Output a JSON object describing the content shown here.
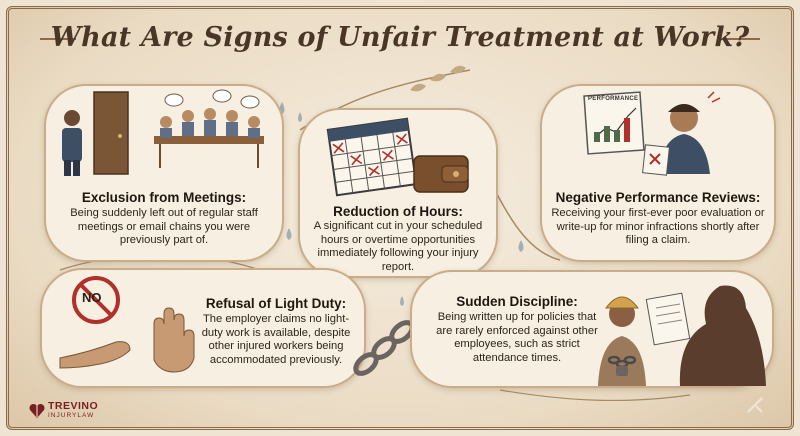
{
  "title": "What Are Signs of Unfair Treatment at Work?",
  "cards": [
    {
      "title": "Exclusion from Meetings:",
      "body": "Being suddenly left out of regular staff meetings or email chains you were previously part of."
    },
    {
      "title": "Reduction of Hours:",
      "body": "A significant cut in your scheduled hours or overtime opportunities immediately following your injury report."
    },
    {
      "title": "Negative Performance Reviews:",
      "body": "Receiving your first-ever poor evaluation or write-up for minor infractions shortly after filing a claim.",
      "chart_label": "PERFORMANCE"
    },
    {
      "title": "Refusal of Light Duty:",
      "body": "The employer claims no light-duty work is available, despite other injured workers being accommodated previously.",
      "sign_text": "NO"
    },
    {
      "title": "Sudden Discipline:",
      "body": "Being written up for policies that are rarely enforced against other employees, such as strict attendance times."
    }
  ],
  "logo": {
    "name": "TREVINO",
    "sub": "INJURYLAW"
  },
  "colors": {
    "accent": "#7a1f1f",
    "border": "#8a6a4a",
    "card": "#f7efe2"
  }
}
